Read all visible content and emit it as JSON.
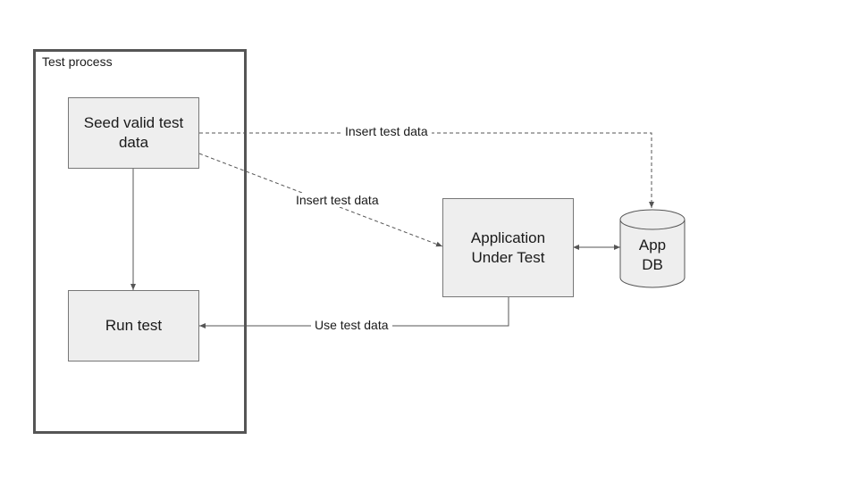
{
  "frame": {
    "label": "Test process"
  },
  "nodes": {
    "seed": "Seed valid test\ndata",
    "run": "Run test",
    "aut": "Application\nUnder Test",
    "db": "App\nDB"
  },
  "edges": {
    "insert_db": "Insert test data",
    "insert_app": "Insert test data",
    "use": "Use test data"
  },
  "colors": {
    "box_fill": "#eeeeee",
    "stroke": "#555555"
  }
}
